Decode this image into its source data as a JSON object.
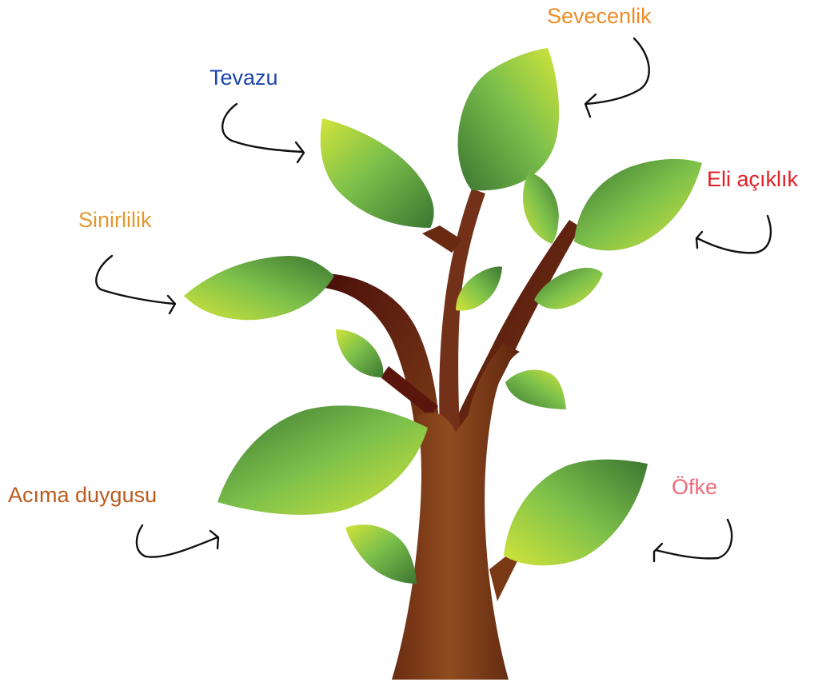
{
  "labels": {
    "sevecenlik": {
      "text": "Sevecenlik",
      "color": "#ef8c2a"
    },
    "tevazu": {
      "text": "Tevazu",
      "color": "#1c44a8"
    },
    "eli_aciklik": {
      "text": "Eli açıklık",
      "color": "#e02027"
    },
    "sinirlilik": {
      "text": "Sinirlilik",
      "color": "#e0992f"
    },
    "acima_duygusu": {
      "text": "Acıma duygusu",
      "color": "#bb5a1e"
    },
    "ofke": {
      "text": "Öfke",
      "color": "#ec6a7d"
    }
  },
  "colors": {
    "trunk_light": "#8a4a1e",
    "trunk_dark": "#5a2410",
    "branch_dark": "#4a0f0a",
    "leaf_light": "#cde23a",
    "leaf_mid": "#7dbf4a",
    "leaf_dark": "#3f7a33",
    "arrow": "#111111"
  }
}
